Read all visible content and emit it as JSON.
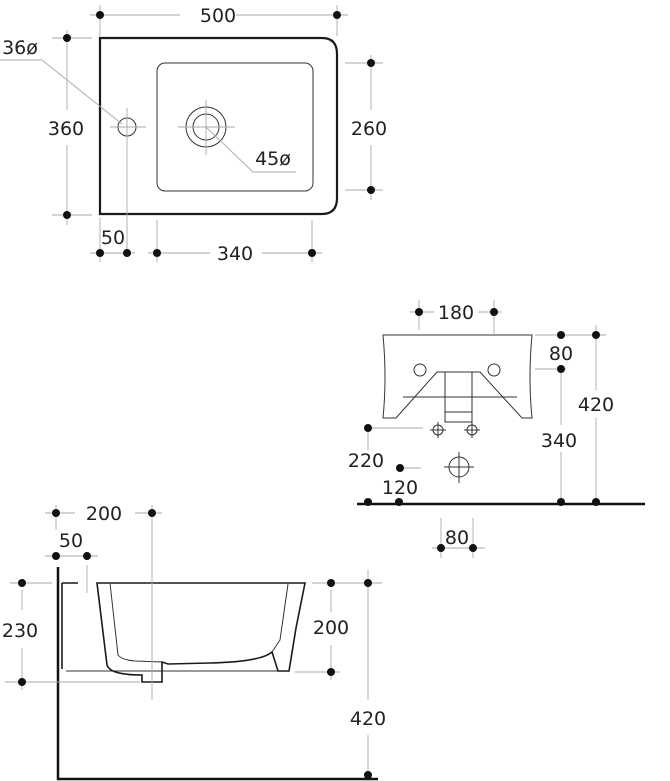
{
  "title": "Washbasin technical drawing",
  "top_view": {
    "width": "500",
    "depth": "360",
    "basin_depth": "260",
    "tap_offset": "50",
    "basin_width": "340",
    "tap_hole": "36ø",
    "drain_hole": "45ø"
  },
  "front_view": {
    "tap_spacing": "180",
    "top_thickness": "80",
    "total_height": "420",
    "bottom_height": "340",
    "supply_height": "220",
    "waste_height": "120",
    "waste_width": "80"
  },
  "side_view": {
    "drain_offset": "200",
    "wall_gap": "50",
    "mount_height": "230",
    "basin_height": "200",
    "total_height": "420"
  }
}
